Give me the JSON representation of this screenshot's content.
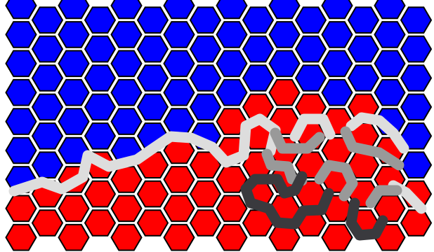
{
  "board": {
    "cols": 16,
    "rows": 17,
    "colors": {
      "blue": "#0000ff",
      "red": "#ff0000",
      "outline": "#000000",
      "background": "#ffffff"
    },
    "red_rows_per_column": [
      4,
      4,
      5,
      5,
      6,
      6,
      7,
      6,
      10,
      9,
      11,
      9,
      10,
      9,
      7,
      4
    ]
  },
  "paths": [
    {
      "name": "boundary-path-light",
      "color": "#dddddd"
    },
    {
      "name": "boundary-path-mid-gray",
      "color": "#999999"
    },
    {
      "name": "boundary-path-dark",
      "color": "#3a3a3e"
    }
  ]
}
